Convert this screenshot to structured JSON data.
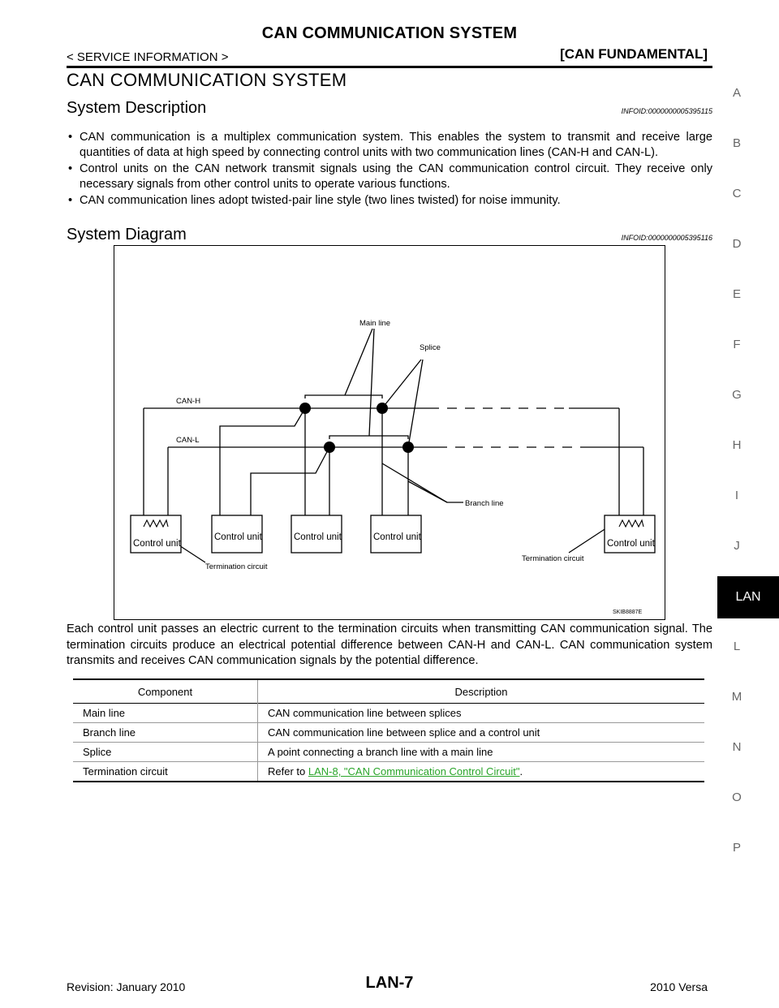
{
  "header": {
    "title": "CAN COMMUNICATION SYSTEM",
    "breadcrumb": "< SERVICE INFORMATION >",
    "section": "[CAN FUNDAMENTAL]"
  },
  "page_title": "CAN COMMUNICATION SYSTEM",
  "system_description": {
    "heading": "System Description",
    "infoid": "INFOID:0000000005395115",
    "bullets": [
      "CAN communication is a multiplex communication system. This enables the system to transmit and receive large quantities of data at high speed by connecting control units with two communication lines (CAN-H and CAN-L).",
      "Control units on the CAN network transmit signals using the CAN communication control circuit. They receive only necessary signals from other control units to operate various functions.",
      "CAN communication lines adopt twisted-pair line style (two lines twisted) for noise immunity."
    ]
  },
  "system_diagram": {
    "heading": "System Diagram",
    "infoid": "INFOID:0000000005395116",
    "labels": {
      "main_line": "Main line",
      "splice": "Splice",
      "can_h": "CAN-H",
      "can_l": "CAN-L",
      "branch_line": "Branch line",
      "control_unit": "Control unit",
      "termination_circuit_left": "Termination circuit",
      "termination_circuit_right": "Termination circuit",
      "figure_code": "SKIB8887E"
    }
  },
  "paragraph": "Each control unit passes an electric current to the termination circuits when transmitting CAN communication signal. The termination circuits produce an electrical potential difference between CAN-H and CAN-L. CAN communication system transmits and receives CAN communication signals by the potential difference.",
  "table": {
    "headers": [
      "Component",
      "Description"
    ],
    "rows": [
      {
        "component": "Main line",
        "description": "CAN communication line between splices"
      },
      {
        "component": "Branch line",
        "description": "CAN communication line between splice and a control unit"
      },
      {
        "component": "Splice",
        "description": "A point connecting a branch line with a main line"
      },
      {
        "component": "Termination circuit",
        "description_prefix": "Refer to ",
        "link": "LAN-8, \"CAN Communication Control Circuit\"",
        "description_suffix": "."
      }
    ]
  },
  "side_index": [
    "A",
    "B",
    "C",
    "D",
    "E",
    "F",
    "G",
    "H",
    "I",
    "J",
    "LAN",
    "L",
    "M",
    "N",
    "O",
    "P"
  ],
  "footer": {
    "revision": "Revision: January 2010",
    "page": "LAN-7",
    "model": "2010 Versa"
  },
  "colors": {
    "link": "#2aa52a",
    "tab_bg": "#000000"
  }
}
